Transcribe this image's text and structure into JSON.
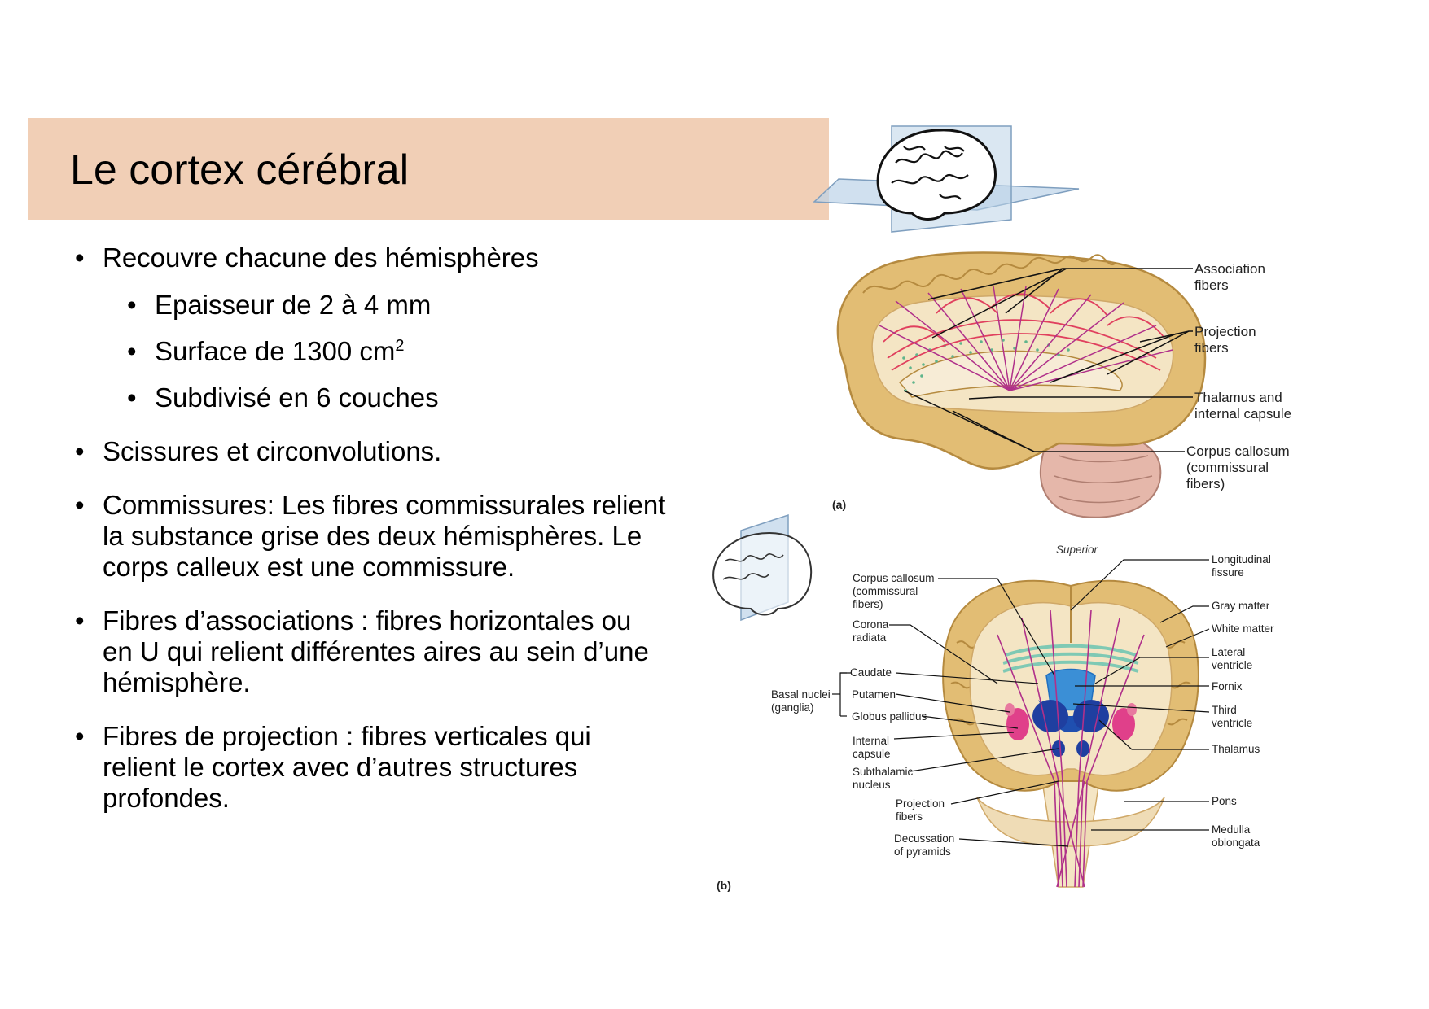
{
  "slide": {
    "title": "Le cortex cérébral",
    "bullets": {
      "b1": "Recouvre chacune des hémisphères",
      "b1_sub1": "Epaisseur de 2 à 4 mm",
      "b1_sub2_text": "Surface de 1300 cm",
      "b1_sub2_sup": "2",
      "b1_sub3": "Subdivisé en 6 couches",
      "b2": "Scissures et circonvolutions.",
      "b3": "Commissures: Les fibres commissurales relient la substance grise des deux hémisphères. Le corps calleux est une commissure.",
      "b4": "Fibres d’associations : fibres horizontales ou en U qui relient différentes aires au sein d’une hémisphère.",
      "b5": "Fibres de projection : fibres verticales qui relient le cortex avec d’autres structures profondes."
    }
  },
  "figure_a": {
    "panel_label": "(a)",
    "labels": {
      "assoc_1": "Association",
      "assoc_2": "fibers",
      "proj_1": "Projection",
      "proj_2": "fibers",
      "thal_1": "Thalamus and",
      "thal_2": "internal capsule",
      "cc_1": "Corpus callosum",
      "cc_2": "(commissural",
      "cc_3": "fibers)"
    }
  },
  "figure_b": {
    "panel_label": "(b)",
    "orientation": "Superior",
    "left_labels": {
      "cc_1": "Corpus callosum",
      "cc_2": "(commissural",
      "cc_3": "fibers)",
      "corona_1": "Corona",
      "corona_2": "radiata",
      "basal_1": "Basal nuclei",
      "basal_2": "(ganglia)",
      "caudate": "Caudate",
      "putamen": "Putamen",
      "globus": "Globus pallidus",
      "internal_1": "Internal",
      "internal_2": "capsule",
      "subthal_1": "Subthalamic",
      "subthal_2": "nucleus",
      "proj_1": "Projection",
      "proj_2": "fibers",
      "decuss_1": "Decussation",
      "decuss_2": "of pyramids"
    },
    "right_labels": {
      "long_1": "Longitudinal",
      "long_2": "fissure",
      "gray": "Gray matter",
      "white": "White matter",
      "lat_1": "Lateral",
      "lat_2": "ventricle",
      "fornix": "Fornix",
      "third_1": "Third",
      "third_2": "ventricle",
      "thalamus": "Thalamus",
      "pons": "Pons",
      "medulla_1": "Medulla",
      "medulla_2": "oblongata"
    }
  },
  "colors": {
    "title_bar": "#f1cfb6",
    "gray_matter": "#e2bd74",
    "white_matter": "#f4e5c4",
    "projection_fibers": "#b0308a",
    "association_fibers": "#e0405e",
    "commissural_fibers": "#7fc9b4",
    "ventricles": "#1f6fc0",
    "basal_nuclei": "#e0408a"
  }
}
